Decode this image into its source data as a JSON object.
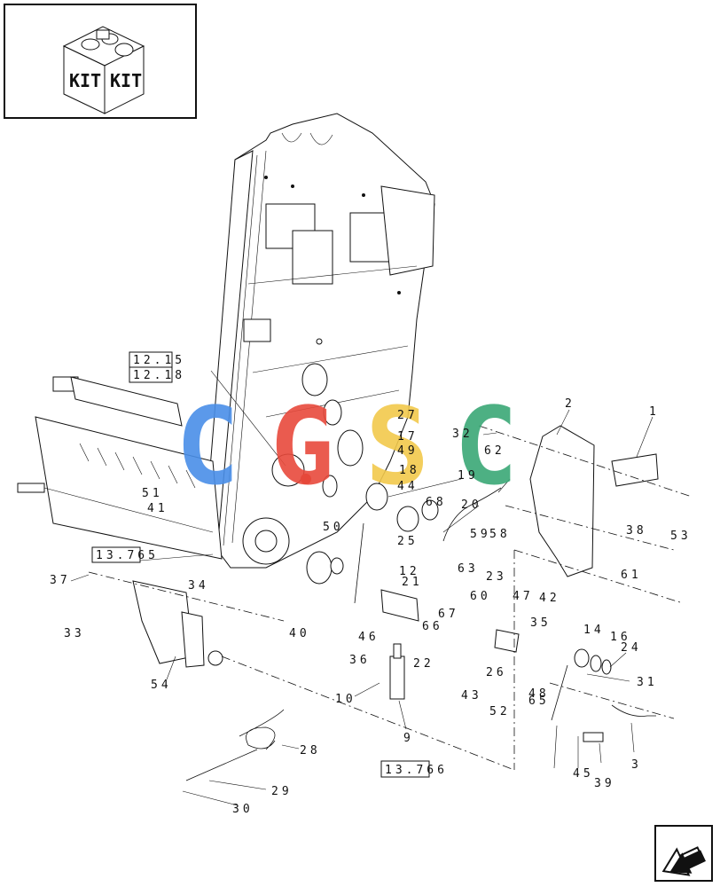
{
  "kit_icon": {
    "labels": [
      "KIT",
      "KIT"
    ]
  },
  "watermark": {
    "text": "CGSC",
    "colors": [
      "#4a8fe8",
      "#e84a3c",
      "#f2c94c",
      "#3aa876"
    ]
  },
  "reference_boxes": [
    {
      "text": "12.15"
    },
    {
      "text": "12.18"
    },
    {
      "text": "13.765"
    },
    {
      "text": "13.766"
    }
  ],
  "callouts": [
    "1",
    "2",
    "3",
    "9",
    "10",
    "12",
    "14",
    "16",
    "18",
    "19",
    "20",
    "21",
    "22",
    "23",
    "24",
    "25",
    "26",
    "27",
    "28",
    "29",
    "30",
    "31",
    "32",
    "33",
    "34",
    "35",
    "36",
    "37",
    "38",
    "39",
    "40",
    "41",
    "42",
    "43",
    "44",
    "45",
    "46",
    "47",
    "48",
    "49",
    "50",
    "51",
    "52",
    "53",
    "54",
    "58",
    "59",
    "60",
    "61",
    "62",
    "63",
    "65",
    "66",
    "67",
    "68",
    "17"
  ],
  "nav": {
    "icon": "next-page-arrow-icon"
  }
}
